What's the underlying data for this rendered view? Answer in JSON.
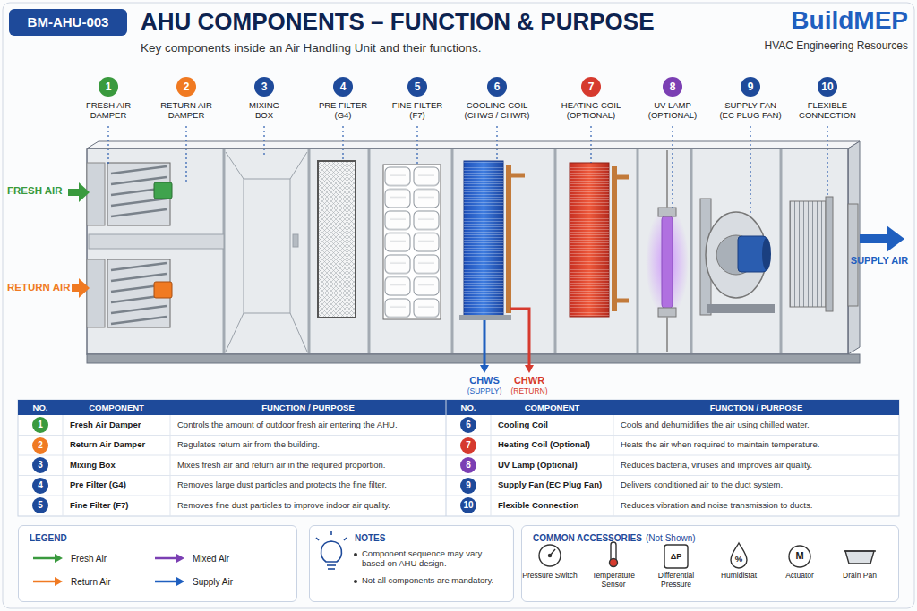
{
  "diagram": {
    "title": "AHU COMPONENTS – FUNCTION & PURPOSE",
    "caption": "Key components inside an Air Handling Unit and their functions.",
    "nodes": [
      {
        "text": [
          "BM-AHU-003"
        ]
      },
      {
        "text": [
          "LEGEND"
        ]
      },
      {
        "text": [
          "NOTES",
          "Component sequence may vary based on AHU design.",
          "Not all components are mandatory."
        ]
      },
      {
        "text": [
          "COMMON ACCESSORIES",
          "(Not Shown)"
        ]
      }
    ],
    "labels": [
      "BuildMEP",
      "HVAC Engineering Resources",
      "1",
      "FRESH AIR DAMPER",
      "2",
      "RETURN AIR DAMPER",
      "3",
      "MIXING BOX",
      "4",
      "PRE FILTER (G4)",
      "5",
      "FINE FILTER (F7)",
      "6",
      "COOLING COIL (CHWS / CHWR)",
      "7",
      "HEATING COIL (OPTIONAL)",
      "8",
      "UV LAMP (OPTIONAL)",
      "9",
      "SUPPLY FAN (EC PLUG FAN)",
      "10",
      "FLEXIBLE CONNECTION",
      "FRESH AIR",
      "RETURN AIR",
      "SUPPLY AIR",
      "CHWS",
      "(SUPPLY)",
      "CHWR",
      "(RETURN)",
      "NO.",
      "COMPONENT",
      "FUNCTION / PURPOSE",
      "NO.",
      "COMPONENT",
      "FUNCTION / PURPOSE",
      "1",
      "Fresh Air Damper",
      "Controls the amount of outdoor fresh air entering the AHU.",
      "6",
      "Cooling Coil",
      "Cools and dehumidifies the air using chilled water.",
      "2",
      "Return Air Damper",
      "Regulates return air from the building.",
      "7",
      "Heating Coil (Optional)",
      "Heats the air when required to maintain temperature.",
      "3",
      "Mixing Box",
      "Mixes fresh air and return air in the required proportion.",
      "8",
      "UV Lamp (Optional)",
      "Reduces bacteria, viruses and improves air quality.",
      "4",
      "Pre Filter (G4)",
      "Removes large dust particles and protects the fine filter.",
      "9",
      "Supply Fan (EC Plug Fan)",
      "Delivers conditioned air to the duct system.",
      "5",
      "Fine Filter (F7)",
      "Removes fine dust particles to improve indoor air quality.",
      "10",
      "Flexible Connection",
      "Reduces vibration and noise transmission to ducts.",
      "Pressure Switch",
      "Temperature Sensor",
      "Differential Pressure",
      "Humidistat",
      "Actuator",
      "Drain Pan",
      "ΔP",
      "%",
      "M"
    ],
    "legend": [
      {
        "text": "Fresh Air"
      },
      {
        "text": "Mixed Air"
      },
      {
        "text": "Return Air"
      },
      {
        "text": "Supply Air"
      }
    ]
  }
}
